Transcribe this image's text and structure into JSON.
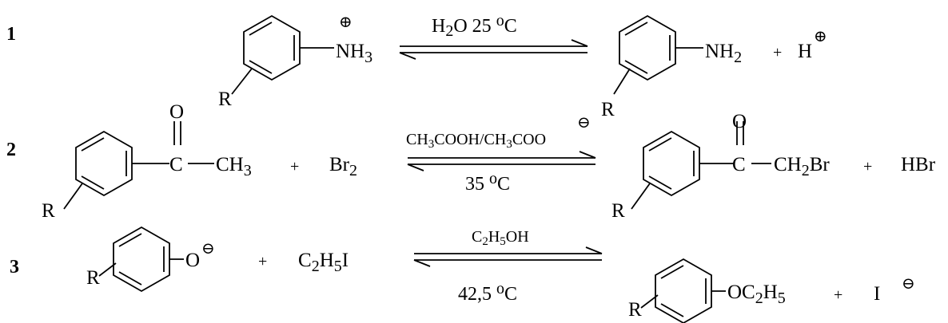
{
  "reactions": [
    {
      "number": "1",
      "reactant_label": "NH",
      "reactant_sub": "3",
      "charge_plus": "⊕",
      "substituent": "R",
      "condition_top": "H2O 25 °C",
      "condition_bottom": "",
      "product_label": "NH",
      "product_sub": "2",
      "plus": "+",
      "byproduct": "H"
    },
    {
      "number": "2",
      "carbonyl_o": "O",
      "carbon": "C",
      "methyl": "CH",
      "methyl_sub": "3",
      "substituent": "R",
      "plus": "+",
      "reagent": "Br",
      "reagent_sub": "2",
      "condition_top": "CH3COOH/CH3COO",
      "condition_bottom": "35 °C",
      "product_group": "CH",
      "product_group_sub": "2",
      "product_group_tail": "Br",
      "byproduct": "HBr",
      "charge_minus": "⊖"
    },
    {
      "number": "3",
      "oxygen": "O",
      "charge_minus": "⊖",
      "substituent": "R",
      "plus": "+",
      "reagent": "C2H5I",
      "condition_top": "C2H5OH",
      "condition_bottom": "42,5 °C",
      "product_group": "OC2H5",
      "byproduct": "I"
    }
  ]
}
